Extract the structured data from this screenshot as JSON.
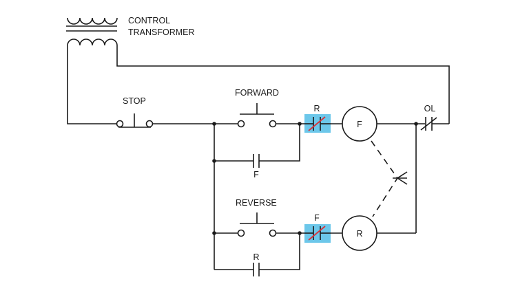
{
  "colors": {
    "line": "#1a1a1a",
    "highlight": "#6cc7ea",
    "strike": "#d9343a"
  },
  "transformer": {
    "label_line1": "CONTROL",
    "label_line2": "TRANSFORMER"
  },
  "stop_button": {
    "label": "STOP"
  },
  "forward_rung": {
    "button_label": "FORWARD",
    "interlock_label": "R",
    "coil_label": "F",
    "holding_contact_label": "F"
  },
  "reverse_rung": {
    "button_label": "REVERSE",
    "interlock_label": "F",
    "coil_label": "R",
    "holding_contact_label": "R"
  },
  "overload": {
    "label": "OL"
  }
}
